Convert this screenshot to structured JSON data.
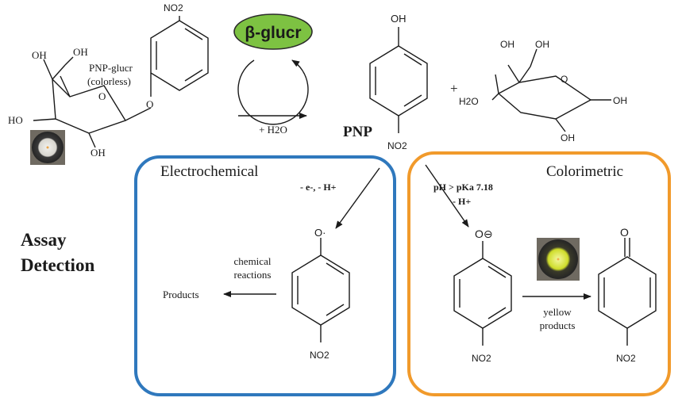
{
  "enzyme": {
    "label": "β-glucr",
    "fill_color": "#7dc242"
  },
  "substrate": {
    "name": "PNP-glucr",
    "note": "(colorless)",
    "substituents": {
      "oh1": "OH",
      "oh2": "OH",
      "oh3": "HO",
      "oh4": "OH",
      "ring_o": "O",
      "link_o": "O",
      "nitro": "NO2"
    }
  },
  "reaction": {
    "reagent": "+ H2O",
    "plus": "+"
  },
  "pnp": {
    "label": "PNP",
    "oh": "OH",
    "nitro": "NO2"
  },
  "sugar": {
    "oh_a": "OH",
    "oh_b": "OH",
    "h2o": "H2O",
    "ring_o": "O",
    "oh_c": "OH",
    "oh_d": "OH"
  },
  "assay": {
    "line1": "Assay",
    "line2": "Detection"
  },
  "electrochemical": {
    "title": "Electrochemical",
    "border_color": "#2f78bd",
    "conditions": "- e-, - H+",
    "radical_label": "O·",
    "reactions_line1": "chemical",
    "reactions_line2": "reactions",
    "products": "Products",
    "nitro": "NO2"
  },
  "colorimetric": {
    "title": "Colorimetric",
    "border_color": "#f19a2b",
    "condition1": "pH > pKa 7.18",
    "condition2": "- H+",
    "phenolate": "O⊖",
    "yellow_line1": "yellow",
    "yellow_line2": "products",
    "quinone_o": "O",
    "nitro1": "NO2",
    "nitro2": "NO2",
    "spot_color": "#d9e83a"
  }
}
